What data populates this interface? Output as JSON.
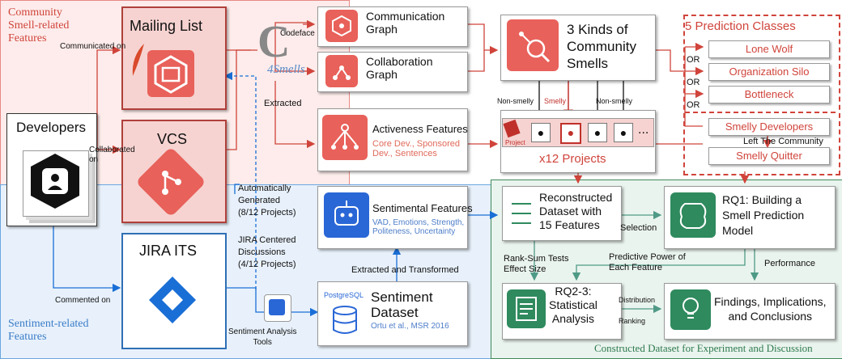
{
  "regions": {
    "community": "Community\nSmell-related\nFeatures",
    "sentiment": "Sentiment-related\nFeatures",
    "constructed": "Constructed Dataset for Experiment and Discussion"
  },
  "nodes": {
    "mailing_list": "Mailing List",
    "vcs": "VCS",
    "jira": "JIRA ITS",
    "developers": "Developers",
    "codeface_small": "Codeface",
    "codeface_big": "4Smells",
    "comm_graph": "Communication\nGraph",
    "collab_graph": "Collaboration\nGraph",
    "community_smells": "3 Kinds of\nCommunity\nSmells",
    "activeness_title": "Activeness Features",
    "activeness_sub": "Core Dev., Sponsored\nDev., Sentences",
    "sentimental_title": "Sentimental Features",
    "sentimental_sub": "VAD, Emotions, Strength,\nPoliteness, Uncertainty",
    "sentiment_dataset_title": "Sentiment\nDataset",
    "sentiment_dataset_sub": "Ortu et al., MSR 2016",
    "postgres": "PostgreSQL",
    "reconstructed": "Reconstructed\nDataset with\n15 Features",
    "rq1": "RQ1: Building a\nSmell Prediction\nModel",
    "rq23": "RQ2-3:\nStatistical\nAnalysis",
    "findings": "Findings, Implications,\nand Conclusions",
    "projects_label": "x12 Projects",
    "project_tag": "Project",
    "ellipsis": "..."
  },
  "prediction": {
    "title": "5 Prediction Classes",
    "classes": [
      "Lone Wolf",
      "Organization Silo",
      "Bottleneck",
      "Smelly Developers",
      "Smelly Quitter"
    ],
    "or": "OR",
    "left_note": "Left The Community"
  },
  "edge_labels": {
    "communicated_on": "Communicated on",
    "collaborated_on": "Collaborated\non",
    "commented_on": "Commented on",
    "extracted": "Extracted",
    "auto_generated": "Automatically\nGenerated\n(8/12 Projects)",
    "jira_centered": "JIRA Centered\nDiscussions\n(4/12 Projects)",
    "extracted_transformed": "Extracted and Transformed",
    "sentiment_tools": "Sentiment Analysis\nTools",
    "non_smelly_1": "Non-smelly",
    "smelly": "Smelly",
    "non_smelly_2": "Non-smelly",
    "selection": "Selection",
    "rank_sum": "Rank-Sum Tests\nEffect Size",
    "predictive_power": "Predictive Power of\nEach Feature",
    "performance": "Performance",
    "distribution": "Distribution",
    "ranking": "Ranking"
  },
  "colors": {
    "red": "#e8615a",
    "green": "#2f8a5e",
    "blue": "#2a67d6",
    "dark_red": "#b0403b"
  }
}
